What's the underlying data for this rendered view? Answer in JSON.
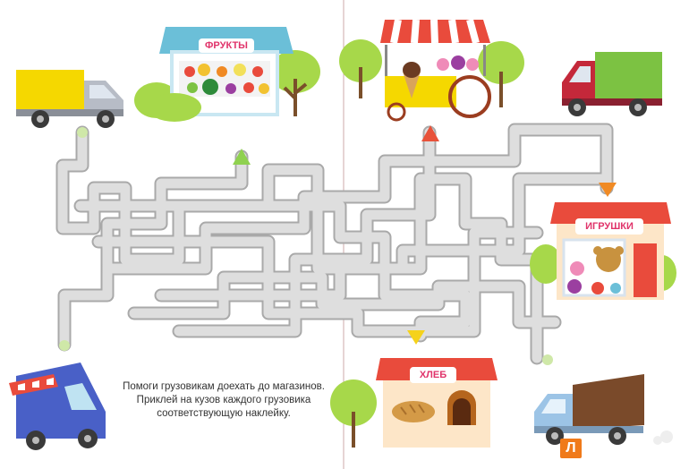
{
  "shops": {
    "fruits": "ФРУКТЫ",
    "toys": "ИГРУШКИ",
    "bread": "ХЛЕБ"
  },
  "instruction": "Помоги грузовикам доехать до магазинов. Приклей на кузов каждого грузовика соответствующую наклейку.",
  "logo": "Л",
  "colors": {
    "maze": "#d9d9d9",
    "maze_outline": "#a9a9a9",
    "arrow_green": "#8fd14f",
    "arrow_red": "#e8523a",
    "arrow_orange": "#f08a24",
    "arrow_yellow": "#f5d21b"
  }
}
